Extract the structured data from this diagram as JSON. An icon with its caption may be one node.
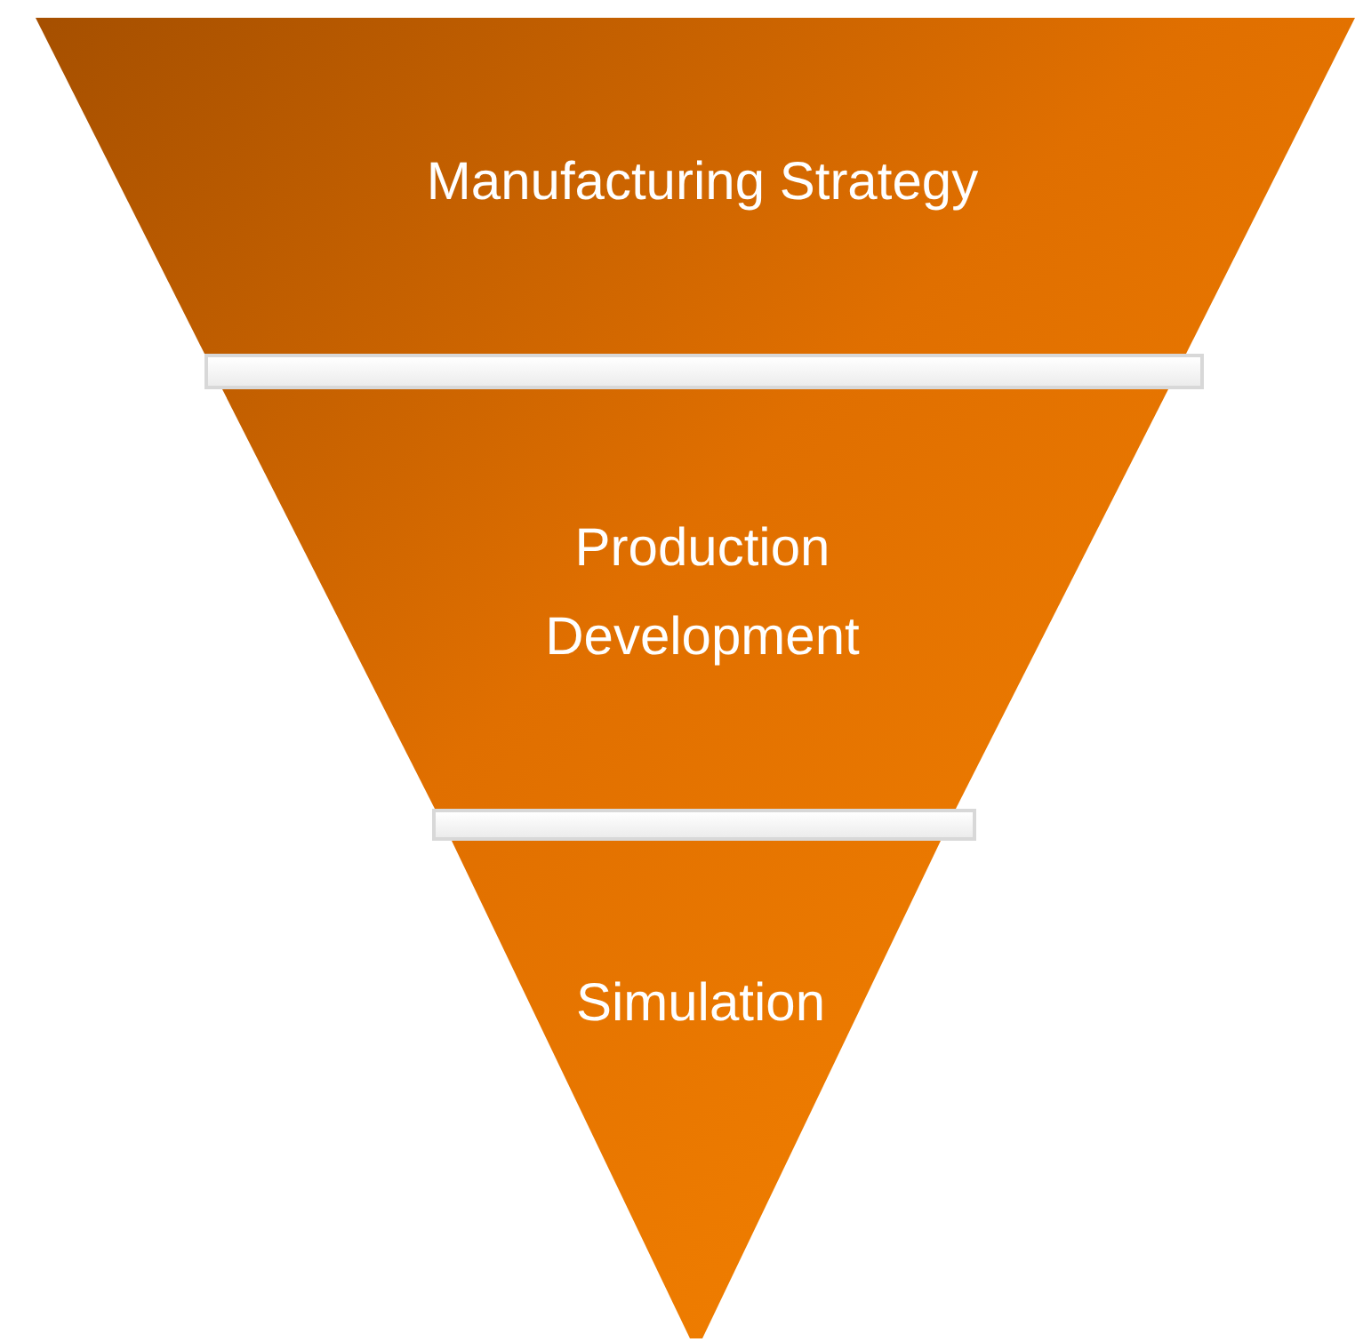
{
  "diagram": {
    "nodes": [
      {
        "text": [
          "Manufacturing Strategy"
        ]
      },
      {
        "text": [],
        "shape": "bar"
      },
      {
        "text": [
          "Production Development"
        ]
      },
      {
        "text": [],
        "shape": "bar"
      },
      {
        "text": [
          "Simulation"
        ]
      }
    ]
  }
}
